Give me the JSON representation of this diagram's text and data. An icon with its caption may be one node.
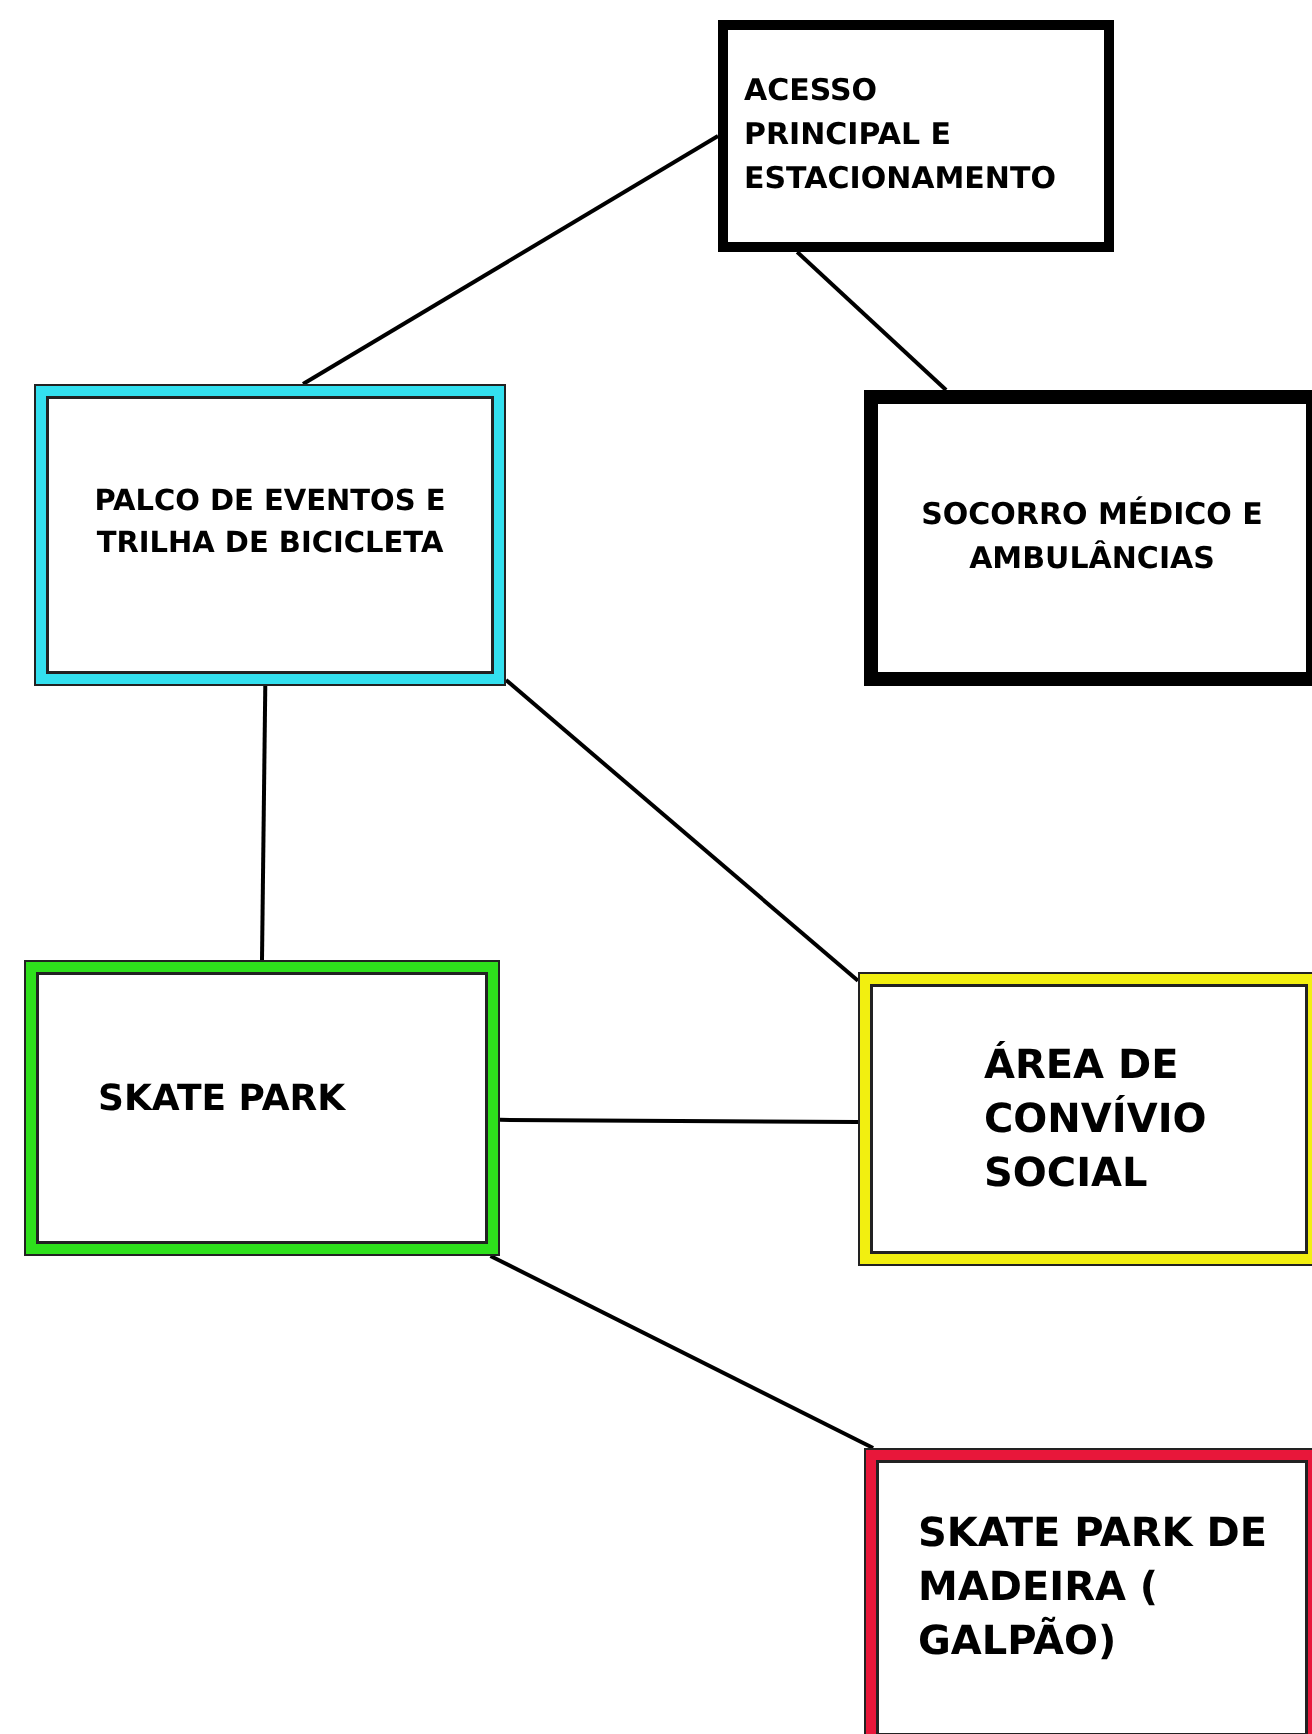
{
  "diagram": {
    "nodes": [
      {
        "text": [
          "ACESSO PRINCIPAL E ESTACIONAMENTO"
        ]
      },
      {
        "text": [
          "SOCORRO MÉDICO E AMBULÂNCIAS"
        ]
      },
      {
        "text": [
          "PALCO DE EVENTOS E TRILHA DE BICICLETA"
        ]
      },
      {
        "text": [
          "SKATE PARK"
        ]
      },
      {
        "text": [
          "ÁREA DE CONVÍVIO SOCIAL"
        ]
      },
      {
        "text": [
          "SKATE PARK DE MADEIRA ( GALPÃO)"
        ]
      }
    ],
    "edges": [
      {
        "from": 0,
        "to": 2,
        "arrow": "none"
      },
      {
        "from": 0,
        "to": 1,
        "arrow": "none"
      },
      {
        "from": 2,
        "to": 3,
        "arrow": "none"
      },
      {
        "from": 2,
        "to": 4,
        "arrow": "none"
      },
      {
        "from": 3,
        "to": 4,
        "arrow": "none"
      },
      {
        "from": 3,
        "to": 5,
        "arrow": "none"
      }
    ]
  }
}
